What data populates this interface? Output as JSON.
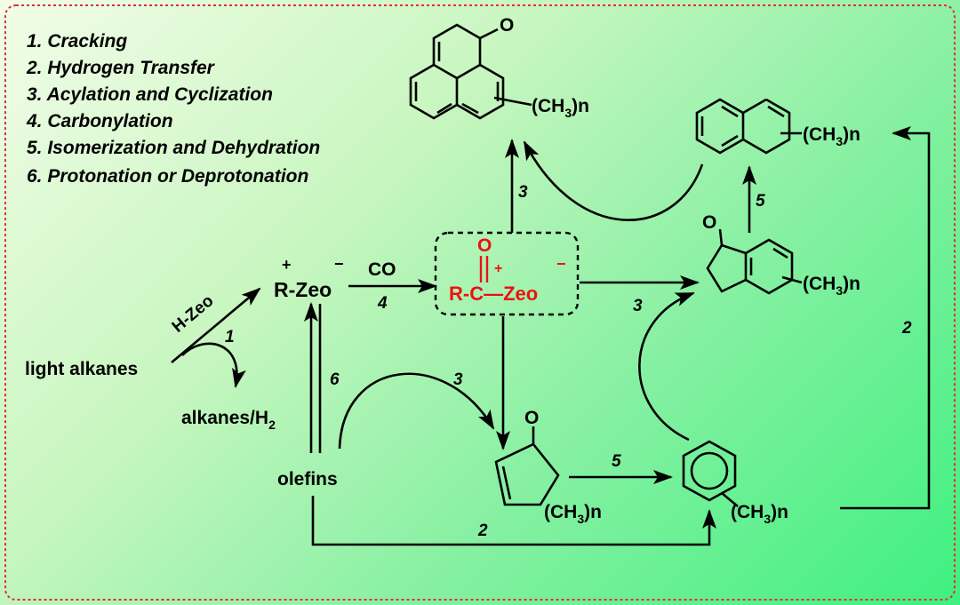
{
  "legend": [
    "1. Cracking",
    "2. Hydrogen Transfer",
    "3. Acylation and Cyclization",
    "4. Carbonylation",
    "5. Isomerization and Dehydration",
    "6. Protonation or Deprotonation"
  ],
  "species": {
    "light_alkanes": "light alkanes",
    "alkanes_h2": "alkanes/H",
    "h2_sub": "2",
    "h_zeo": "H-Zeo",
    "r": "R",
    "zeo": "-Zeo",
    "plus": "+",
    "minus": "−",
    "co": "CO",
    "olefins": "olefins",
    "acyl_r": "R-C",
    "acyl_zeo": "—Zeo",
    "oxygen": "O",
    "methyl_n": "(CH",
    "methyl_sub": "3",
    "methyl_close": ")n"
  },
  "step_labels": {
    "s1": "1",
    "s2a": "2",
    "s2b": "2",
    "s3a": "3",
    "s3b": "3",
    "s3c": "3",
    "s4": "4",
    "s5a": "5",
    "s5b": "5",
    "s6": "6"
  },
  "colors": {
    "border": "#e03030",
    "intermediate": "#ee1111"
  }
}
